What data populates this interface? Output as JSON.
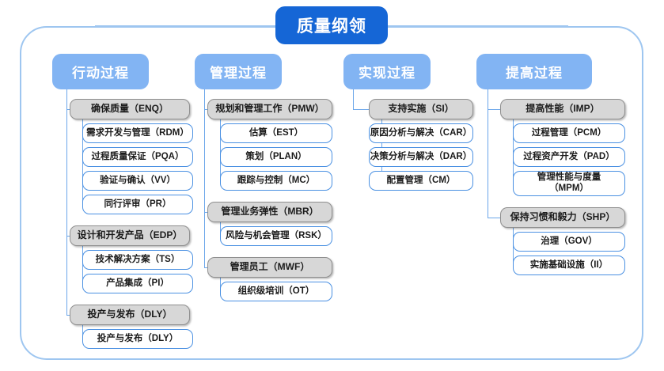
{
  "root": {
    "label": "质量纲领"
  },
  "colors": {
    "root_fill": "#1566d6",
    "header_fill": "#82b4f3",
    "group_fill": "#d7d7d7",
    "group_border": "#8f8f8f",
    "leaf_border": "#4a90e2",
    "connector": "#6ba6ea",
    "frame_border": "#9ec6f0"
  },
  "columns": [
    {
      "header": "行动过程",
      "groups": [
        {
          "label": "确保质量（ENQ）",
          "children": [
            "需求开发与管理（RDM）",
            "过程质量保证（PQA）",
            "验证与确认（VV）",
            "同行评审（PR）"
          ]
        },
        {
          "label": "设计和开发产品（EDP）",
          "children": [
            "技术解决方案（TS）",
            "产品集成（PI）"
          ]
        },
        {
          "label": "投产与发布（DLY）",
          "children": [
            "投产与发布（DLY）"
          ]
        }
      ]
    },
    {
      "header": "管理过程",
      "groups": [
        {
          "label": "规划和管理工作（PMW）",
          "children": [
            "估算（EST）",
            "策划（PLAN）",
            "跟踪与控制（MC）"
          ]
        },
        {
          "label": "管理业务弹性（MBR）",
          "children": [
            "风险与机会管理（RSK）"
          ]
        },
        {
          "label": "管理员工（MWF）",
          "children": [
            "组织级培训（OT）"
          ]
        }
      ]
    },
    {
      "header": "实现过程",
      "groups": [
        {
          "label": "支持实施（SI）",
          "children": [
            "原因分析与解决（CAR）",
            "决策分析与解决（DAR）",
            "配置管理（CM）"
          ]
        }
      ]
    },
    {
      "header": "提高过程",
      "groups": [
        {
          "label": "提高性能（IMP）",
          "children": [
            "过程管理（PCM）",
            "过程资产开发（PAD）",
            "管理性能与度量\n（MPM）"
          ]
        },
        {
          "label": "保持习惯和毅力（SHP）",
          "children": [
            "治理（GOV）",
            "实施基础设施（II）"
          ]
        }
      ]
    }
  ]
}
